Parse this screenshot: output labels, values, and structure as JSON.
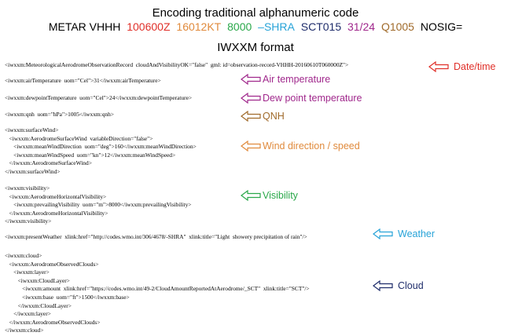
{
  "header": {
    "title1": "Encoding traditional alphanumeric code",
    "title2": "IWXXM format"
  },
  "metar_tokens": [
    {
      "text": "METAR VHHH",
      "color": "#000000"
    },
    {
      "text": "100600Z",
      "color": "#e0302a"
    },
    {
      "text": "16012KT",
      "color": "#e08a3c"
    },
    {
      "text": "8000",
      "color": "#2aa84a"
    },
    {
      "text": "–SHRA",
      "color": "#27a3d8"
    },
    {
      "text": "SCT015",
      "color": "#1f2d6b"
    },
    {
      "text": "31/24",
      "color": "#a0288c"
    },
    {
      "text": "Q1005",
      "color": "#a06a2a"
    },
    {
      "text": "NOSIG=",
      "color": "#000000"
    }
  ],
  "code_blocks": {
    "date": "<iwxxm:MeteorologicalAerodromeObservationRecord  cloudAndVisibilityOK=\"false\"  gml: id=observation-record-VHHH-20160610T060000Z\">",
    "air_temp": "<iwxxm:airTemperature  uom=\"Cel\">31</iwxxm:airTemperature>",
    "dew_point": "<iwxxm:dewpointTemperature  uom=\"Cel\">24</iwxxm:dewpointTemperature>",
    "qnh": "<iwxxm:qnh  uom=\"hPa\">1005</iwxxm:qnh>",
    "wind": "<iwxxm:surfaceWind>\n   <iwxxm:AerodromeSurfaceWind  variableDirection=\"false\">\n      <iwxxm:meanWindDirection  uom=\"deg\">160</iwxxm:meanWindDirection>\n      <iwxxm:meanWindSpeed  uom=\"kn\">12</iwxxm:meanWindSpeed>\n   </iwxxm:AerodromeSurfaceWind>\n</iwxxm:surfaceWind>",
    "visibility": "<iwxxm:visibility>\n   <iwxxm:AerodromeHorizontalVisibility>\n      <iwxxm:prevailingVisibility  uom=\"m\">8000</iwxxm:prevailingVisibility>\n   </iwxxm:AerodromeHorizontalVisibility>\n</iwxxm:visibility>",
    "weather": "<iwxxm:presentWeather  xlink:href=\"http://codes.wmo.int/306/4678/-SHRA\"  xlink:title=\"Light  showery precipitation of rain\"/>",
    "cloud": "<iwxxm:cloud>\n   <iwxxm:AerodromeObservedClouds>\n      <iwxxm:layer>\n         <iwxxm:CloudLayer>\n            <iwxxm:amount  xlink:href=\"https://codes.wmo.int/49-2/CloudAmountReportedAtAerodrome/_SCT\"  xlink:title=\"SCT\"/>\n            <iwxxm:base  uom=\"ft\">1500</iwxxm:base>\n         </iwxxm:CloudLayer>\n      </iwxxm:layer>\n   </iwxxm:AerodromeObservedClouds>\n</iwxxm:cloud>"
  },
  "labels": {
    "date": {
      "text": "Date/time",
      "color": "#e0302a"
    },
    "air_temp": {
      "text": "Air temperature",
      "color": "#a0288c"
    },
    "dew_point": {
      "text": "Dew point temperature",
      "color": "#a0288c"
    },
    "qnh": {
      "text": "QNH",
      "color": "#a06a2a"
    },
    "wind": {
      "text": "Wind direction / speed",
      "color": "#e08a3c"
    },
    "visibility": {
      "text": "Visibility",
      "color": "#2aa84a"
    },
    "weather": {
      "text": "Weather",
      "color": "#27a3d8"
    },
    "cloud": {
      "text": "Cloud",
      "color": "#1f2d6b"
    }
  }
}
